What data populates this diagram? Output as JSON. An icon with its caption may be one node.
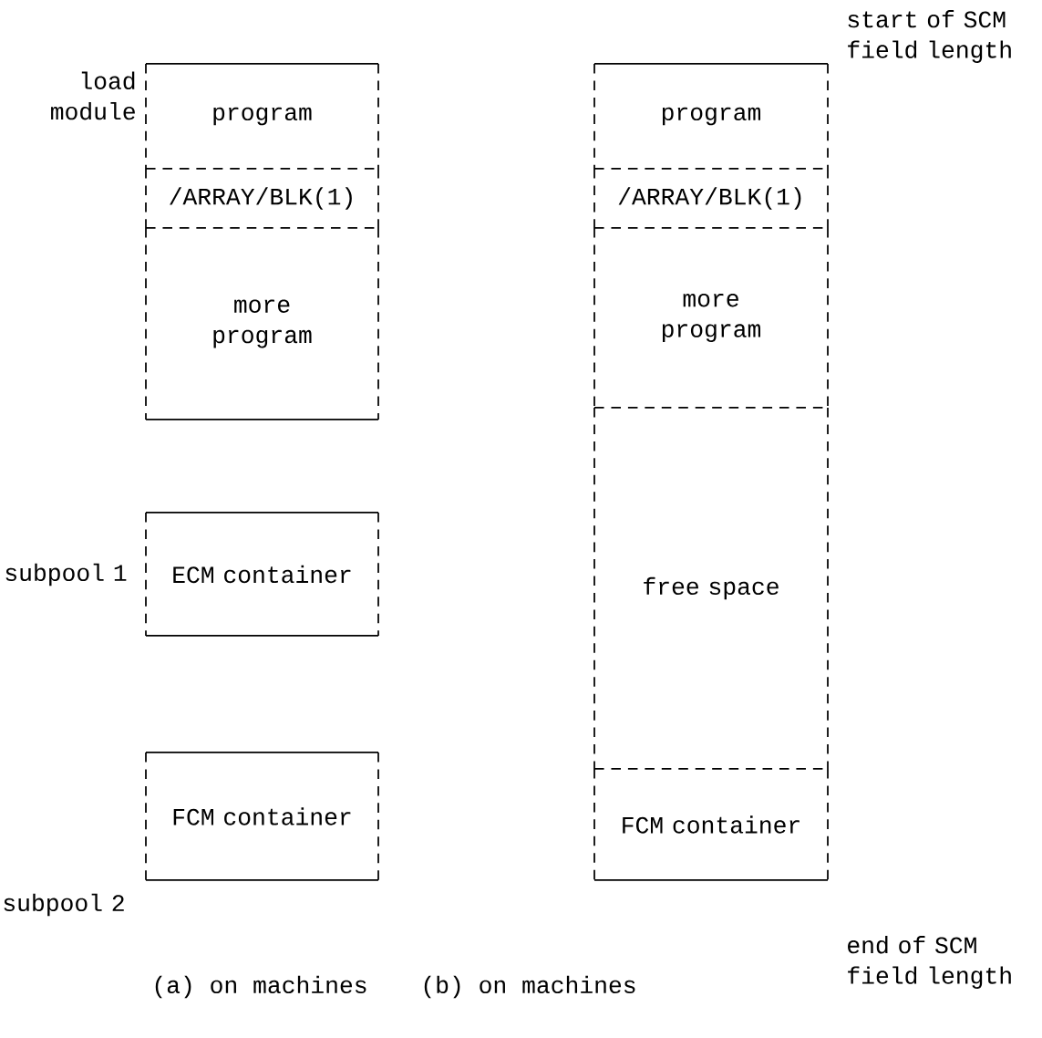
{
  "diagram": {
    "nodes": [
      {
        "text": [
          "program"
        ],
        "beside": [
          "load module"
        ]
      },
      {
        "text": [
          "/ARRAY/BLK(1)"
        ]
      },
      {
        "text": [
          "more program"
        ]
      },
      {
        "text": [
          "ECM container"
        ],
        "beside": [
          "subpool 1"
        ]
      },
      {
        "text": [
          "FCM container"
        ],
        "beside": [
          "subpool 2"
        ]
      },
      {
        "text": [
          "program"
        ],
        "beside": [
          "start of SCM field length"
        ]
      },
      {
        "text": [
          "/ARRAY/BLK(1)"
        ]
      },
      {
        "text": [
          "more program"
        ]
      },
      {
        "text": [
          "free space"
        ]
      },
      {
        "text": [
          "FCM container"
        ],
        "beside": [
          "end of SCM field length"
        ]
      }
    ],
    "labels": [
      "(a) on machines",
      "(b) on machines"
    ]
  }
}
